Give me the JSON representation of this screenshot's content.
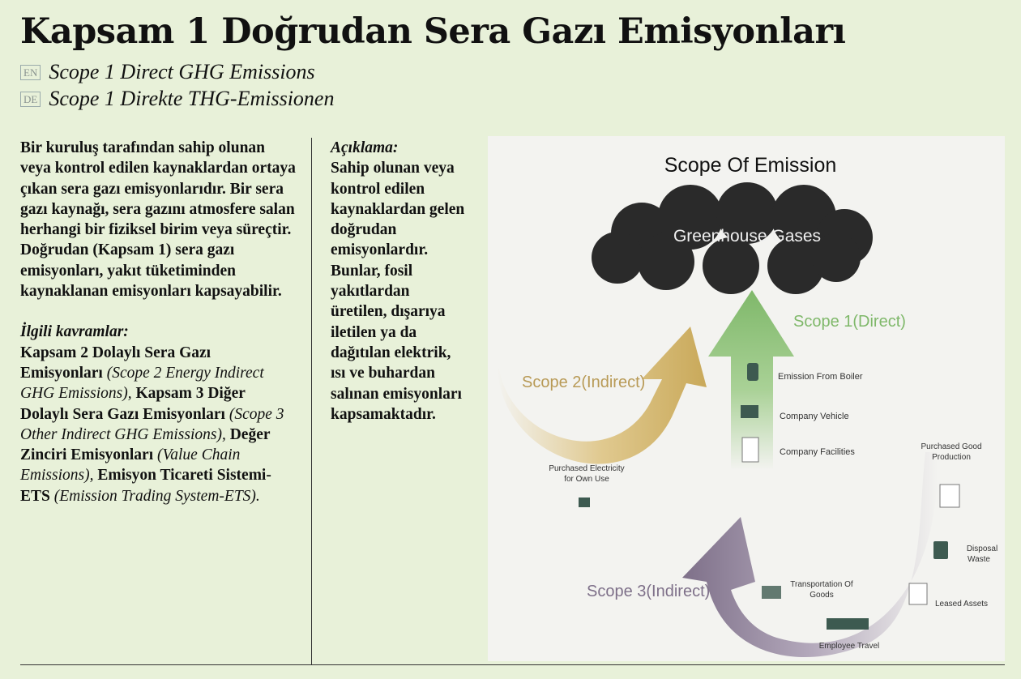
{
  "title": "Kapsam 1 Doğrudan Sera Gazı Emisyonları",
  "translations": [
    {
      "lang": "EN",
      "text": "Scope 1 Direct GHG Emissions"
    },
    {
      "lang": "DE",
      "text": "Scope 1 Direkte THG-Emissionen"
    }
  ],
  "definition": "Bir kuruluş tarafından sahip olunan veya kontrol edilen kaynaklardan ortaya çıkan sera gazı emisyonlarıdır. Bir sera gazı kaynağı, sera gazını atmosfere salan herhangi bir fiziksel birim veya süreçtir. Doğrudan (Kapsam 1) sera gazı emisyonları, yakıt tüketiminden kaynaklanan emisyonları kapsayabilir.",
  "related": {
    "heading": "İlgili kavramlar:",
    "items": [
      {
        "term": "Kapsam 2 Dolaylı Sera Gazı Emisyonları",
        "en": "(Scope 2 Energy Indirect GHG Emissions),"
      },
      {
        "term": "Kapsam 3 Diğer Dolaylı Sera Gazı Emisyonları",
        "en": "(Scope 3 Other Indirect GHG Emissions),"
      },
      {
        "term": "Değer Zinciri Emisyonları",
        "en": "(Value Chain Emissions),"
      },
      {
        "term": "Emisyon Ticareti Sistemi-ETS",
        "en": "(Emission Trading System-ETS)."
      }
    ]
  },
  "explanation": {
    "heading": "Açıklama:",
    "text": "Sahip olunan veya kontrol edilen kaynaklardan gelen doğrudan emisyonlardır. Bunlar, fosil yakıtlardan üretilen, dışarıya iletilen ya da dağıtılan elektrik, ısı ve buhardan salınan emisyonları kapsamaktadır."
  },
  "diagram": {
    "title": "Scope Of Emission",
    "cloud": "Greenhouse Gases",
    "scope1": "Scope 1(Direct)",
    "scope2": "Scope 2(Indirect)",
    "scope3": "Scope 3(Indirect)",
    "scope1_items": [
      "Emission From Boiler",
      "Company Vehicle",
      "Company Facilities"
    ],
    "scope2_items": [
      "Purchased Electricity",
      "for Own Use"
    ],
    "scope3_items": {
      "purchased1": "Purchased Good",
      "purchased2": "Production",
      "disposal1": "Disposal",
      "disposal2": "Waste",
      "leased": "Leased Assets",
      "travel": "Employee Travel",
      "transport1": "Transportation Of",
      "transport2": "Goods"
    },
    "colors": {
      "scope1": "#7fb86a",
      "scope2": "#c9a95a",
      "scope3": "#7e7089",
      "cloud": "#2a2a2a",
      "icon": "#3d5a50"
    }
  }
}
